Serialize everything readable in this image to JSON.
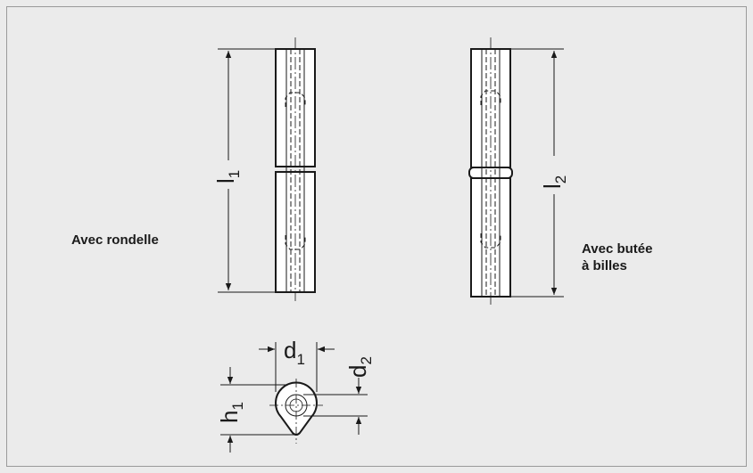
{
  "labels": {
    "with_washer": "Avec rondelle",
    "with_ball_bearing_line1": "Avec butée",
    "with_ball_bearing_line2": "à billes"
  },
  "dimensions": {
    "l1": {
      "main": "l",
      "sub": "1"
    },
    "l2": {
      "main": "l",
      "sub": "2"
    },
    "d1": {
      "main": "d",
      "sub": "1"
    },
    "d2": {
      "main": "d",
      "sub": "2"
    },
    "h1": {
      "main": "h",
      "sub": "1"
    }
  },
  "colors": {
    "background": "#ebebeb",
    "frame": "#9a9a9a",
    "line": "#1a1a1a",
    "paper": "#ffffff"
  }
}
